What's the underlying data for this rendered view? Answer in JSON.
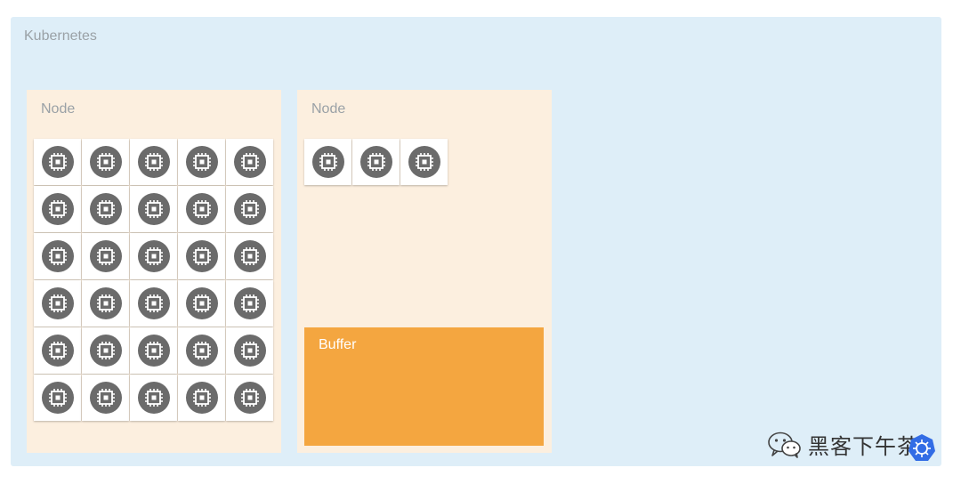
{
  "cluster": {
    "title": "Kubernetes"
  },
  "nodes": [
    {
      "title": "Node",
      "pod_count": 30,
      "columns": 5
    },
    {
      "title": "Node",
      "pod_count": 3,
      "columns": 3,
      "buffer_label": "Buffer"
    }
  ],
  "pod_icon": "cpu-chip-icon",
  "colors": {
    "cluster_bg": "#deeef8",
    "node_bg": "#fcefdf",
    "buffer": "#f4a640",
    "pod_icon": "#6b6b6b"
  },
  "watermark": {
    "text": "黑客下午茶",
    "icons": [
      "wechat-icon",
      "kubernetes-icon"
    ]
  }
}
